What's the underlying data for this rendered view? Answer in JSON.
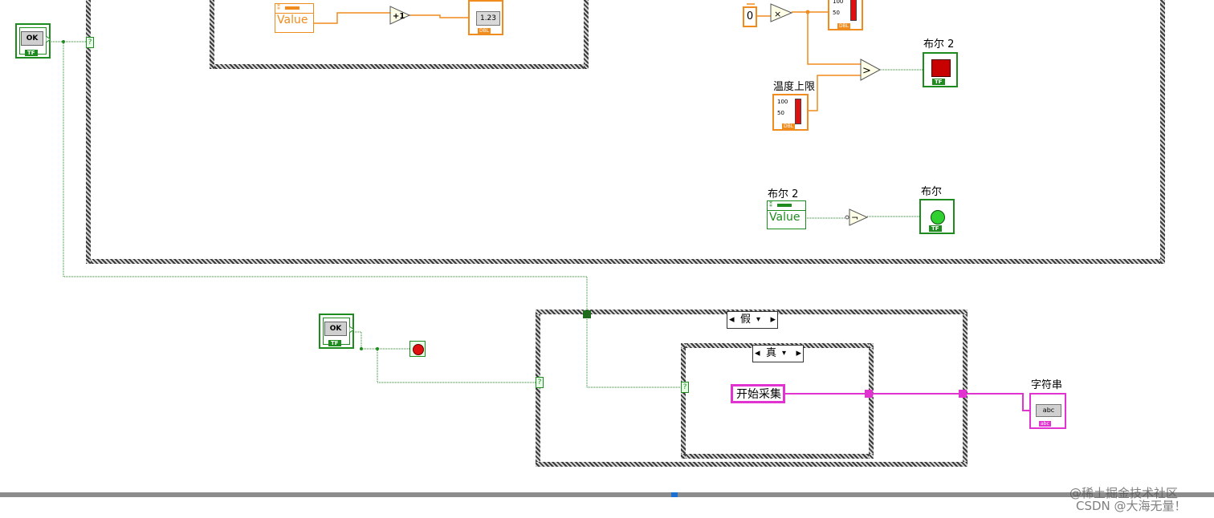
{
  "colors": {
    "bool": "#1e8b1e",
    "dbl": "#f08c1e",
    "string": "#e033d0",
    "frame": "#3a3a3a"
  },
  "labels": {
    "bool2_top": "布尔 2",
    "temp_upper": "温度上限",
    "bool2_bottom": "布尔 2",
    "bool_out": "布尔",
    "string_out": "字符串"
  },
  "terminals": {
    "ok_text": "OK",
    "tf_text": "TF",
    "value_text": "Value",
    "num_display": "1.23",
    "dbl_text": "DBL",
    "const_zero": "0",
    "abc_text": "abc",
    "scale_100": "100",
    "scale_50": "50",
    "string_const": "开始采集"
  },
  "operators": {
    "increment": "+1",
    "multiply": "×",
    "greater": ">",
    "not": "¬"
  },
  "case_selectors": {
    "outer": "假",
    "inner": "真"
  },
  "watermark": {
    "line1": "@稀土掘金技术社区",
    "line2": "CSDN @大海无量！"
  }
}
